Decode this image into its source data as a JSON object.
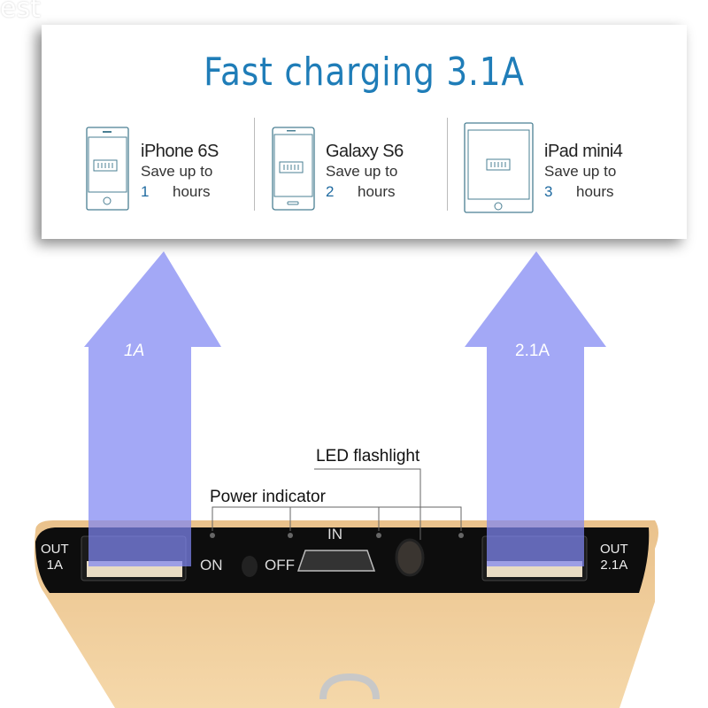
{
  "watermark": "est",
  "title": "Fast charging 3.1A",
  "devices": [
    {
      "name": "iPhone 6S",
      "save": "Save up to",
      "hours": "1",
      "unit": "hours"
    },
    {
      "name": "Galaxy S6",
      "save": "Save up to",
      "hours": "2",
      "unit": "hours"
    },
    {
      "name": "iPad mini4",
      "save": "Save up to",
      "hours": "3",
      "unit": "hours"
    }
  ],
  "arrows": {
    "left": "1A",
    "right": "2.1A"
  },
  "callouts": {
    "led": "LED flashlight",
    "power": "Power indicator"
  },
  "ports": {
    "out_left": [
      "OUT",
      "1A"
    ],
    "out_right": [
      "OUT",
      "2.1A"
    ],
    "on": "ON",
    "off": "OFF",
    "in": "IN"
  },
  "colors": {
    "title": "#1f7db8",
    "arrow": "#7f87f2",
    "gold": "#f0cd97"
  }
}
